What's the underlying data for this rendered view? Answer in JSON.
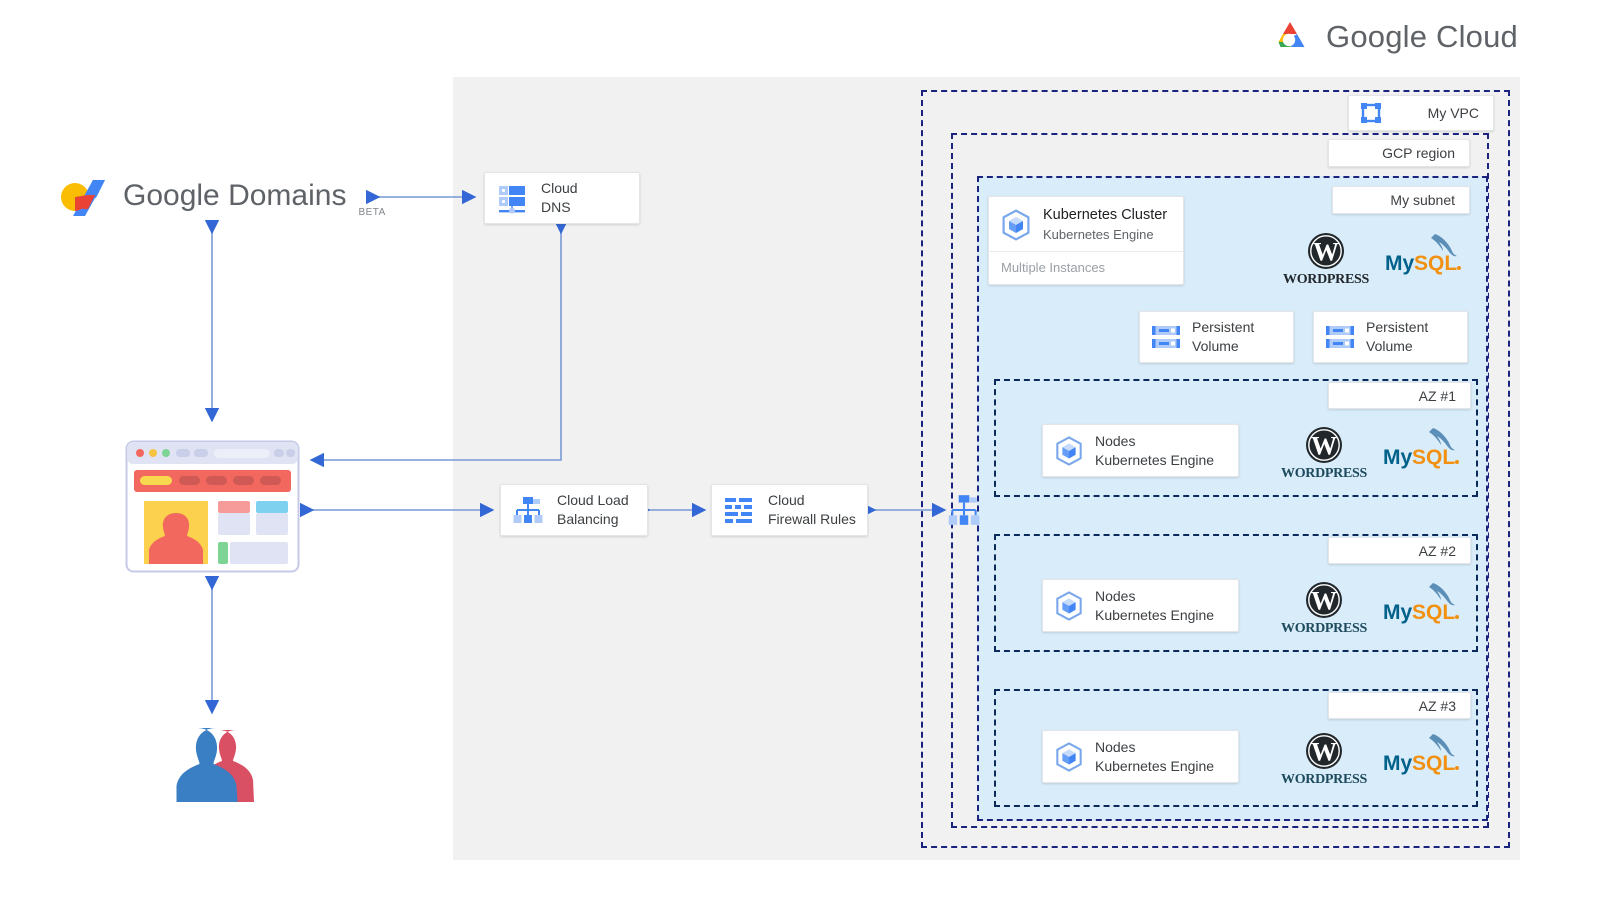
{
  "brand": {
    "name": "Google Cloud",
    "logo_icon": "google-cloud-logo-icon"
  },
  "domains": {
    "name": "Google Domains",
    "badge": "BETA",
    "logo_icon": "google-domains-logo-icon"
  },
  "client": {
    "browser_icon": "browser-window-illustration-icon",
    "users_icon": "two-users-illustration-icon"
  },
  "services": [
    {
      "id": "cloud-dns",
      "line1": "Cloud",
      "line2": "DNS",
      "icon": "cloud-dns-icon"
    },
    {
      "id": "cloud-load-balancing",
      "line1": "Cloud Load",
      "line2": "Balancing",
      "icon": "cloud-load-balancing-icon"
    },
    {
      "id": "cloud-firewall-rules",
      "line1": "Cloud",
      "line2": "Firewall Rules",
      "icon": "cloud-firewall-rules-icon"
    }
  ],
  "gateway": {
    "icon": "vpc-gateway-load-balancer-icon"
  },
  "containers": {
    "vpc": {
      "label": "My VPC",
      "icon": "vpc-icon"
    },
    "region": {
      "label": "GCP region"
    },
    "subnet": {
      "label": "My subnet"
    },
    "zones": [
      {
        "label": "AZ #1"
      },
      {
        "label": "AZ #2"
      },
      {
        "label": "AZ #3"
      }
    ]
  },
  "cluster": {
    "title": "Kubernetes Cluster",
    "subtitle": "Kubernetes Engine",
    "footer": "Multiple Instances",
    "icon": "kubernetes-icon"
  },
  "volumes": [
    {
      "line1": "Persistent",
      "line2": "Volume",
      "icon": "persistent-volume-icon"
    },
    {
      "line1": "Persistent",
      "line2": "Volume",
      "icon": "persistent-volume-icon"
    }
  ],
  "nodes": [
    {
      "line1": "Nodes",
      "line2": "Kubernetes Engine",
      "icon": "kubernetes-icon"
    },
    {
      "line1": "Nodes",
      "line2": "Kubernetes Engine",
      "icon": "kubernetes-icon"
    },
    {
      "line1": "Nodes",
      "line2": "Kubernetes Engine",
      "icon": "kubernetes-icon"
    }
  ],
  "stack_logos": {
    "wordpress": "WordPress",
    "mysql_my": "My",
    "mysql_sql": "SQL"
  },
  "colors": {
    "arrow": "#7798d4",
    "arrow_head": "#3367d6",
    "gcp_blue": "#4285f4",
    "gcp_red": "#ea4335",
    "gcp_yellow": "#fbbc04",
    "gcp_green": "#34a853",
    "dashed_navy": "#1a237e",
    "subnet_fill": "#d9ecfa",
    "panel_gray": "#f1f1f1",
    "mysql_orange": "#f29111",
    "mysql_blue": "#00618a"
  }
}
